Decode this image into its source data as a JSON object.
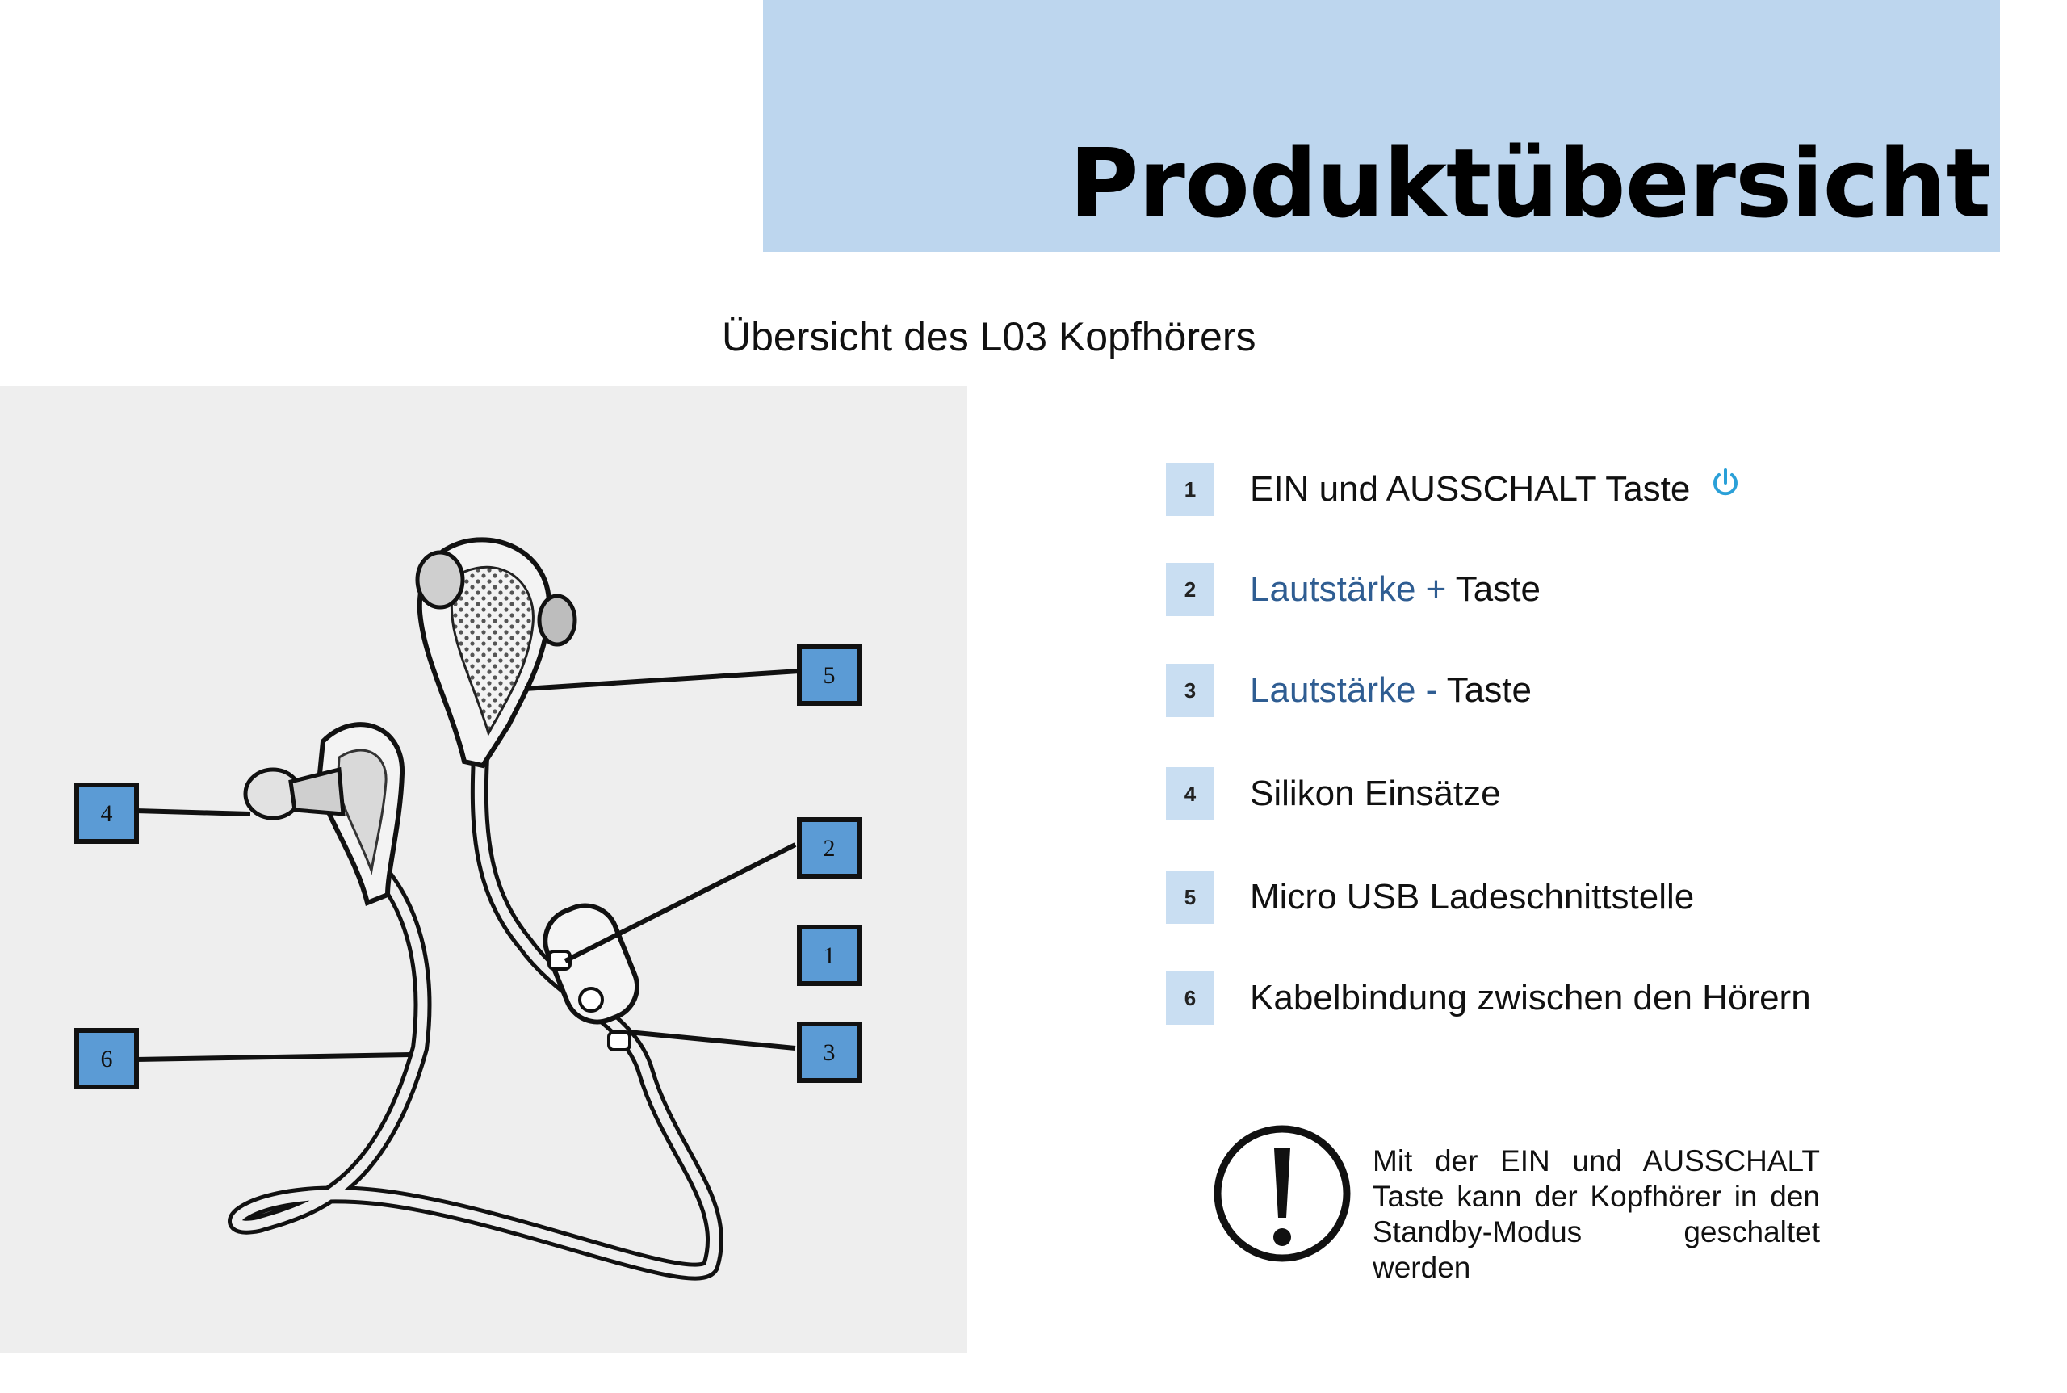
{
  "header": {
    "title": "Produktübersicht"
  },
  "subtitle": "Übersicht des L03 Kopfhörers",
  "diagram": {
    "callouts": [
      {
        "number": "5"
      },
      {
        "number": "4"
      },
      {
        "number": "2"
      },
      {
        "number": "1"
      },
      {
        "number": "6"
      },
      {
        "number": "3"
      }
    ]
  },
  "legend": {
    "items": [
      {
        "number": "1",
        "label": "EIN und AUSSCHALT Taste",
        "icon": "power-icon"
      },
      {
        "number": "2",
        "label_colored": "Lautstärke +",
        "label_rest": " Taste"
      },
      {
        "number": "3",
        "label_colored": "Lautstärke -",
        "label_rest": " Taste"
      },
      {
        "number": "4",
        "label": "Silikon Einsätze"
      },
      {
        "number": "5",
        "label": "Micro USB Ladeschnittstelle"
      },
      {
        "number": "6",
        "label": "Kabelbindung zwischen den Hörern"
      }
    ]
  },
  "note": {
    "icon": "exclamation-icon",
    "text": "Mit der EIN und AUSSCHALT Taste kann der Kopfhörer in den Standby-Modus geschaltet werden"
  },
  "colors": {
    "title_band": "#bdd6ee",
    "legend_box": "#c9def2",
    "callout_box": "#5b9bd5",
    "label_blue": "#2f5d92",
    "power_icon": "#2aa0d8"
  }
}
